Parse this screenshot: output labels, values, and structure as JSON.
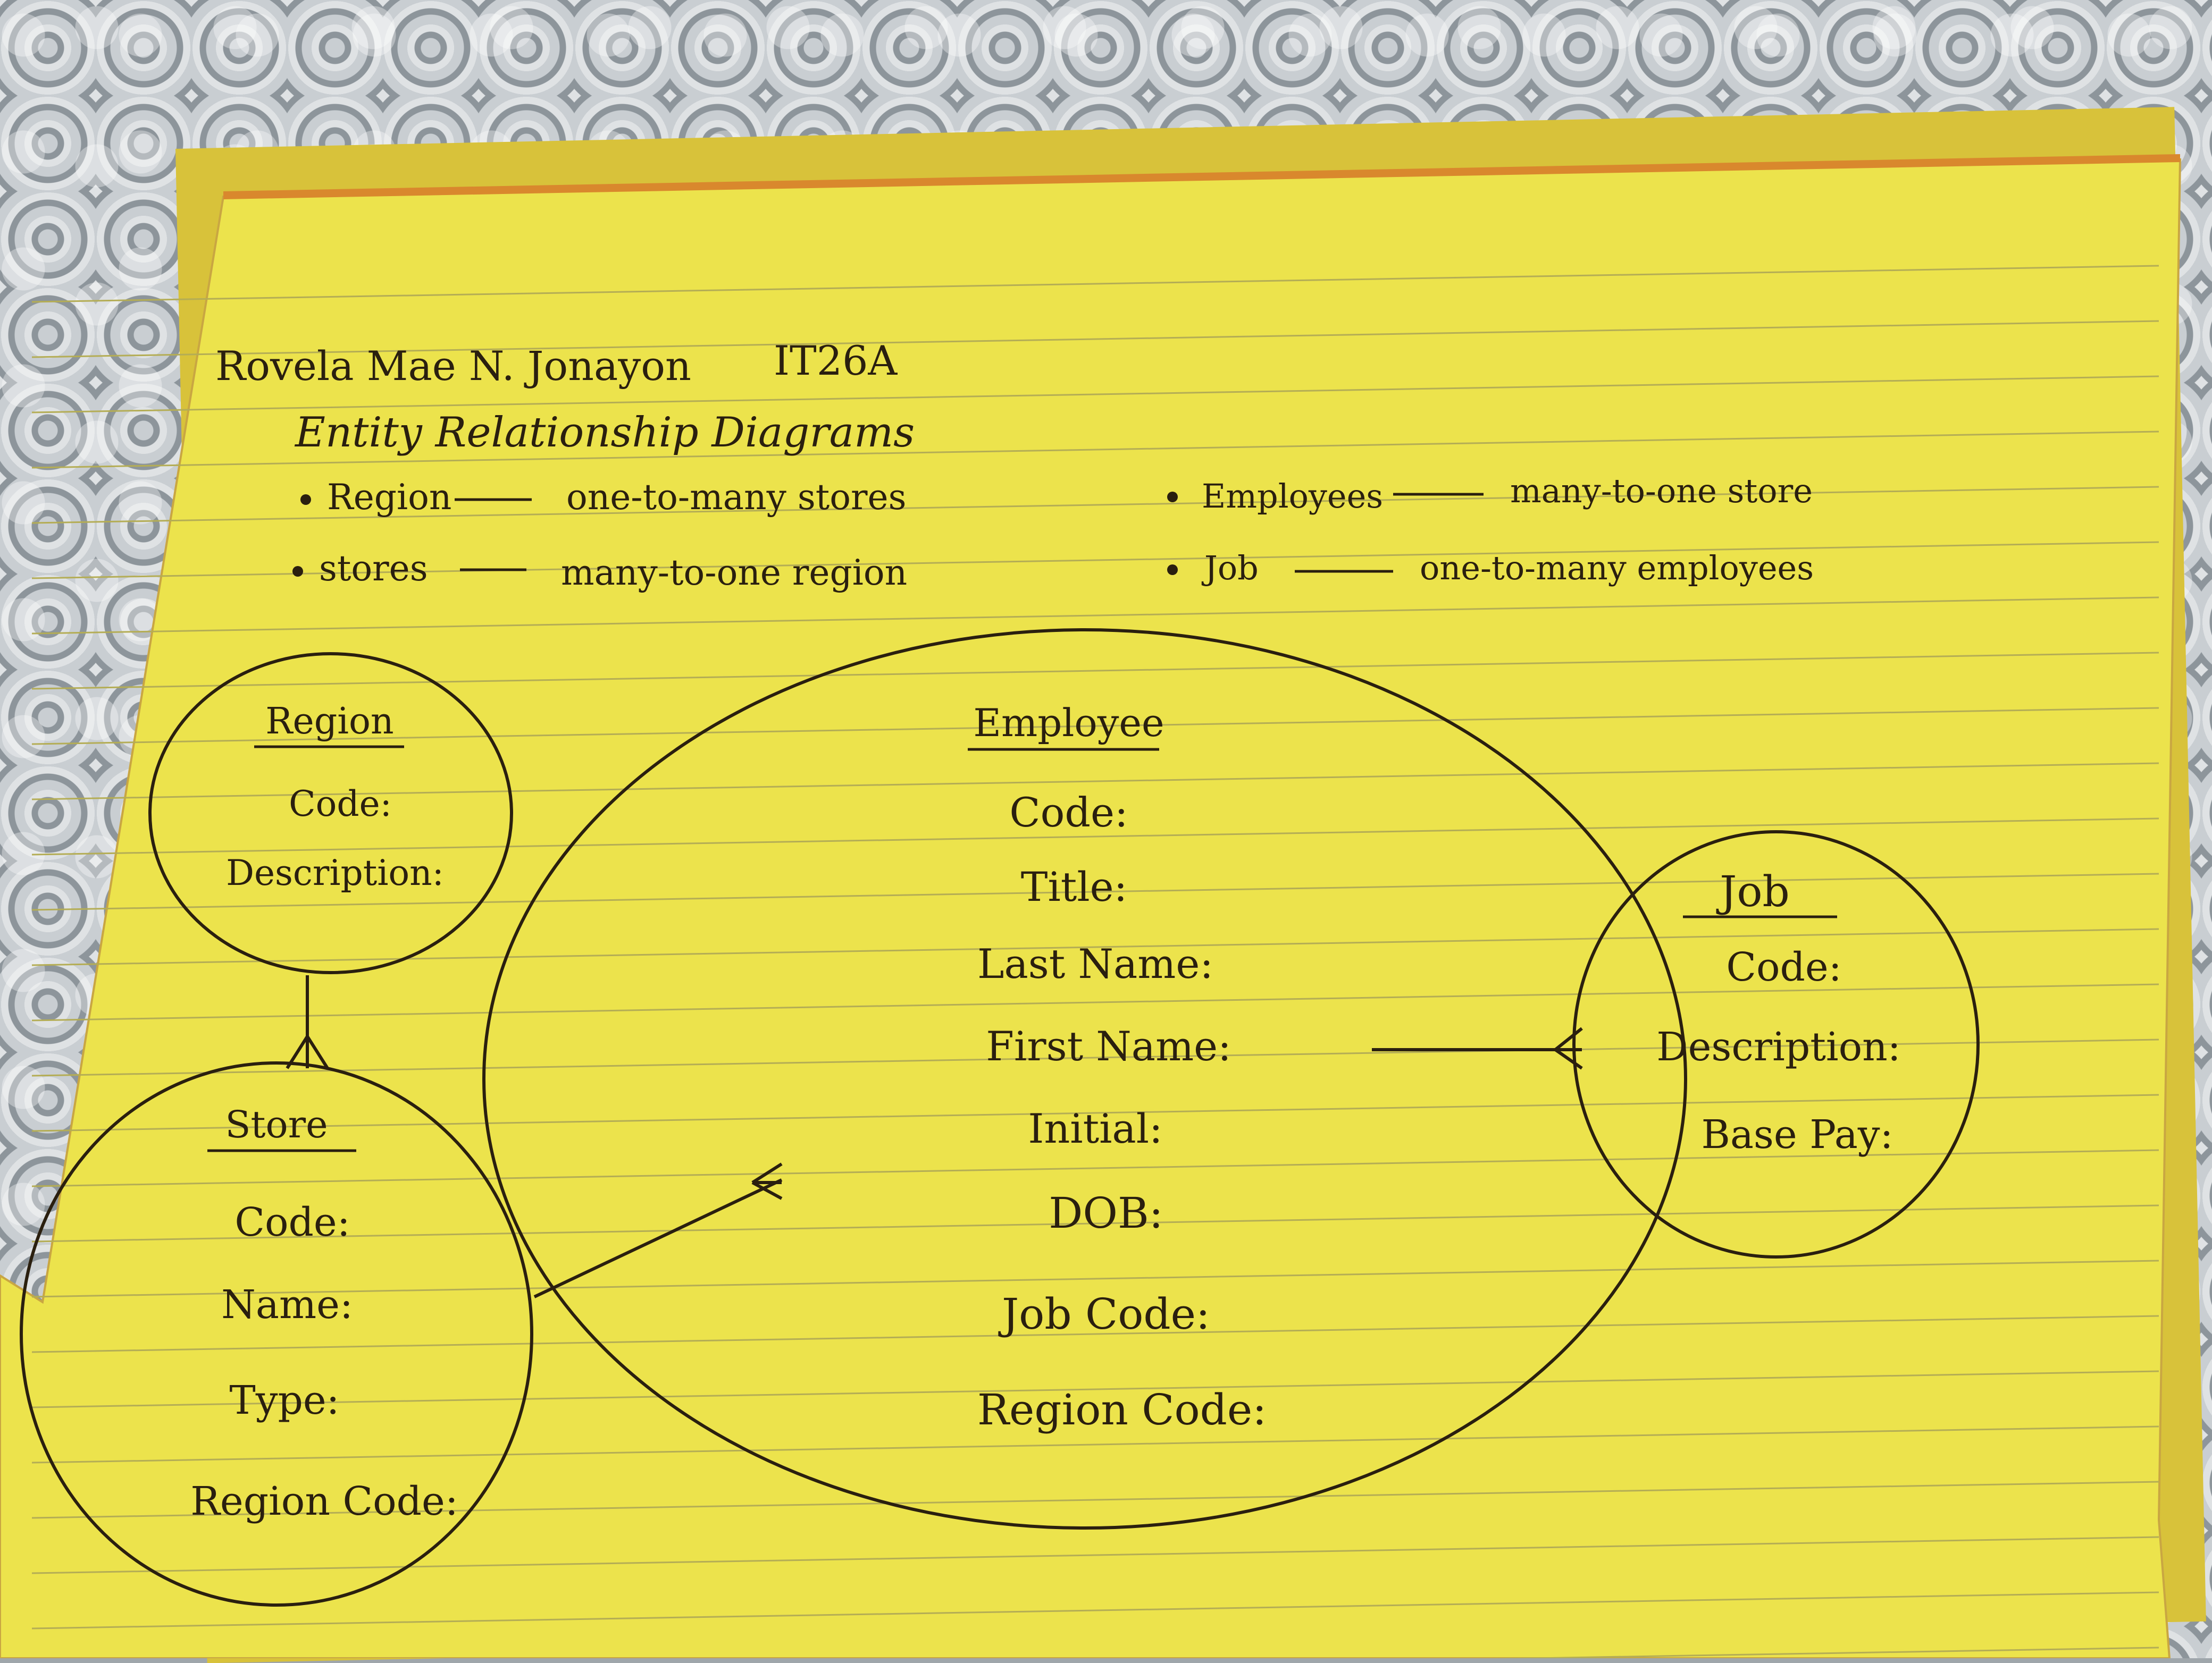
{
  "header": {
    "author": "Rovela Mae N. Jonayon",
    "section": "IT26A",
    "title": "Entity Relationship Diagrams"
  },
  "notes": [
    {
      "entity": "Region",
      "relation": "one-to-many stores"
    },
    {
      "entity": "stores",
      "relation": "many-to-one region"
    },
    {
      "entity": "Employees",
      "relation": "many-to-one store"
    },
    {
      "entity": "Job",
      "relation": "one-to-many employees"
    }
  ],
  "entities": {
    "region": {
      "name": "Region",
      "fields": [
        "Code:",
        "Description:"
      ]
    },
    "store": {
      "name": "Store",
      "fields": [
        "Code:",
        "Name:",
        "Type:",
        "Region Code:"
      ]
    },
    "employee": {
      "name": "Employee",
      "fields": [
        "Code:",
        "Title:",
        "Last Name:",
        "First Name:",
        "Initial:",
        "DOB:",
        "Job Code:",
        "Region Code:"
      ]
    },
    "job": {
      "name": "Job",
      "fields": [
        "Code:",
        "Description:",
        "Base Pay:"
      ]
    }
  },
  "colors": {
    "paper": "#ece34c",
    "ink": "#2a1f0f",
    "rule": "#b4ad55"
  }
}
